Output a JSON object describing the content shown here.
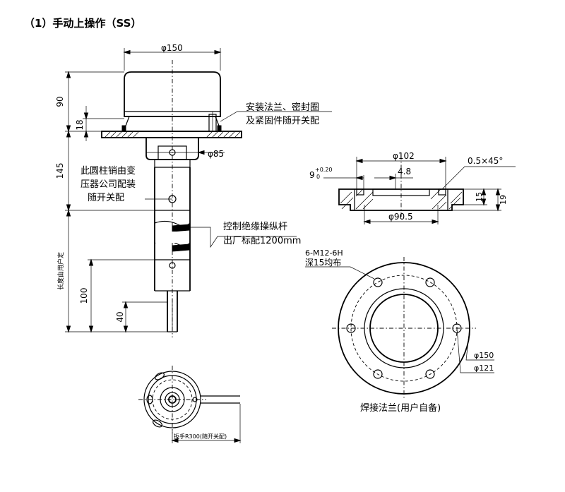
{
  "title": "（1）手动上操作（SS）",
  "dimensions": {
    "d150_top": "φ150",
    "h90": "90",
    "h18": "18",
    "h145": "145",
    "d85": "φ85",
    "h100": "100",
    "h40": "40",
    "length_note": "长度由用户定",
    "d102": "φ102",
    "chamfer": "0.5×45°",
    "tol_base": "9",
    "tol_upper": "+0.20",
    "tol_lower": "0",
    "d4_8": "4.8",
    "h15": "15",
    "h19": "19",
    "d90_5": "φ90.5",
    "bolt_spec": "6-M12-6H",
    "bolt_depth": "深15均布",
    "d150_flange": "φ150",
    "d121": "φ121",
    "wrench": "扳手R300(随开关配)"
  },
  "annotations": {
    "mount_line1": "安装法兰、密封圈",
    "mount_line2": "及紧固件随开关配",
    "pin_line1": "此圆柱销由变",
    "pin_line2": "压器公司配装",
    "pin_line3": "随开关配",
    "rod_line1": "控制绝缘操纵杆",
    "rod_line2": "出厂标配1200mm"
  },
  "captions": {
    "weld_flange": "焊接法兰(用户自备)"
  }
}
